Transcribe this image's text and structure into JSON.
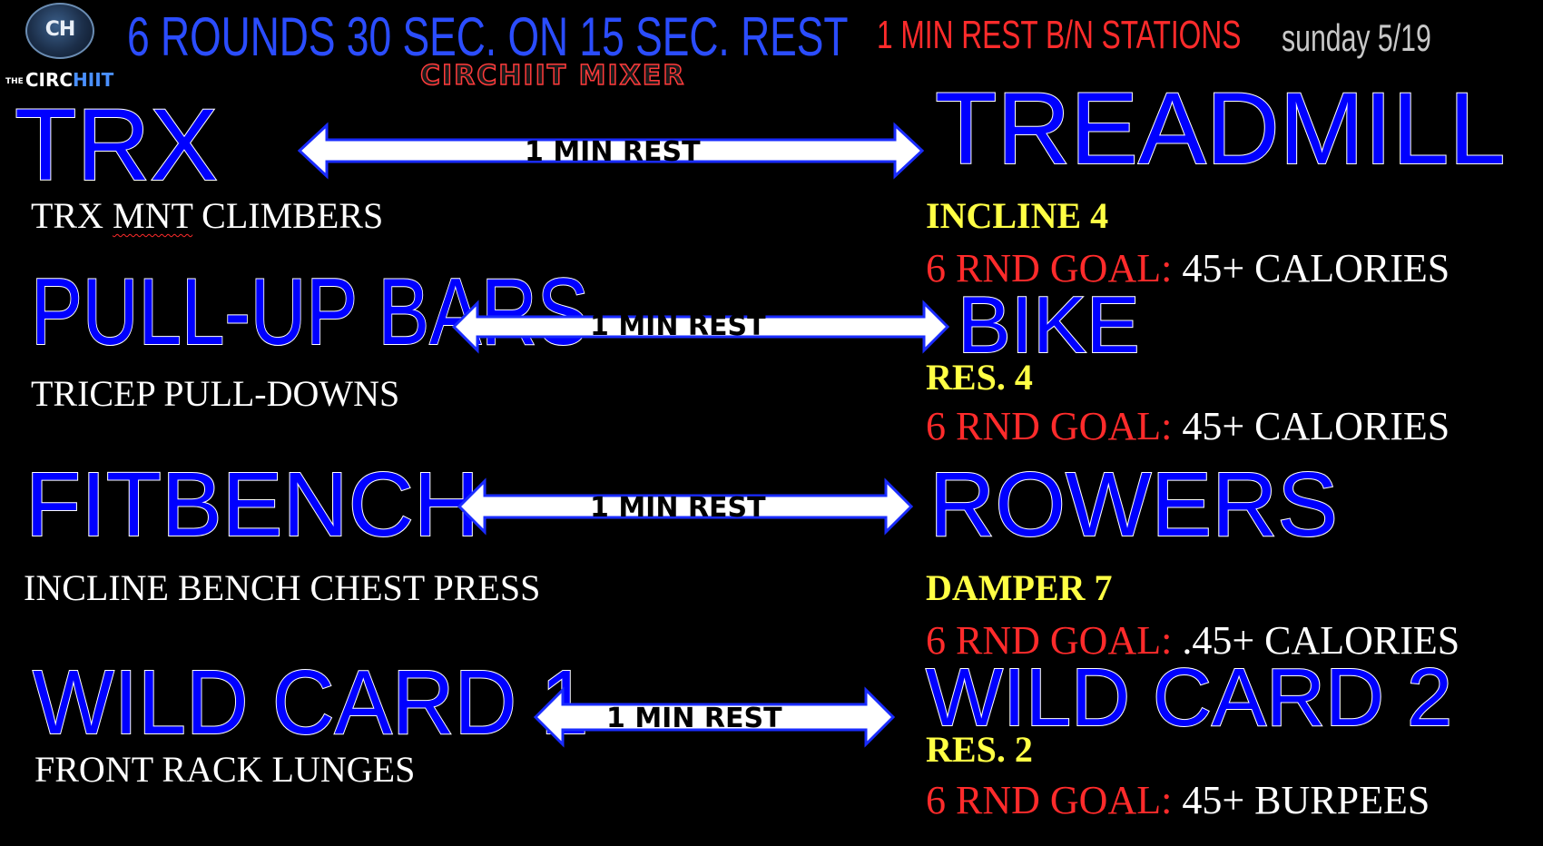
{
  "logo": {
    "badge": "CH",
    "word_prefix": "THE",
    "word_main": "CIRC",
    "word_highlight": "HIIT"
  },
  "header": {
    "title": "6 ROUNDS 30 SEC. ON 15 SEC. REST",
    "station_rest": "1 MIN REST B/N STATIONS",
    "date": "sunday 5/19",
    "subtitle": "CIRCHIIT MIXER"
  },
  "rows": [
    {
      "left_station": "TRX",
      "left_exercise_a": "TRX ",
      "left_exercise_b": "MNT",
      "left_exercise_c": " CLIMBERS",
      "arrow_label": "1 MIN REST",
      "right_station": "TREADMILL",
      "right_setting": "INCLINE 4",
      "goal_label": "6 RND GOAL:",
      "goal_value": "45+ CALORIES"
    },
    {
      "left_station": "PULL-UP BARS",
      "left_exercise": "TRICEP PULL-DOWNS",
      "arrow_label": "1 MIN REST",
      "right_station": "BIKE",
      "right_setting": "RES. 4",
      "goal_label": "6 RND GOAL:",
      "goal_value": "45+ CALORIES"
    },
    {
      "left_station": "FITBENCH",
      "left_exercise": "INCLINE BENCH CHEST PRESS",
      "arrow_label": "1 MIN REST",
      "right_station": "ROWERS",
      "right_setting": "DAMPER 7",
      "goal_label": "6 RND GOAL:",
      "goal_value": ".45+ CALORIES"
    },
    {
      "left_station": "WILD CARD 1",
      "left_exercise": "FRONT RACK LUNGES",
      "arrow_label": "1 MIN REST",
      "right_station": "WILD CARD 2",
      "right_setting": "RES. 2",
      "goal_label": "6 RND GOAL:",
      "goal_value": "45+ BURPEES"
    }
  ],
  "colors": {
    "background": "#000000",
    "station_blue": "#0000ff",
    "title_blue": "#2b4dff",
    "alert_red": "#ff2b2b",
    "setting_yellow": "#ffff44"
  }
}
